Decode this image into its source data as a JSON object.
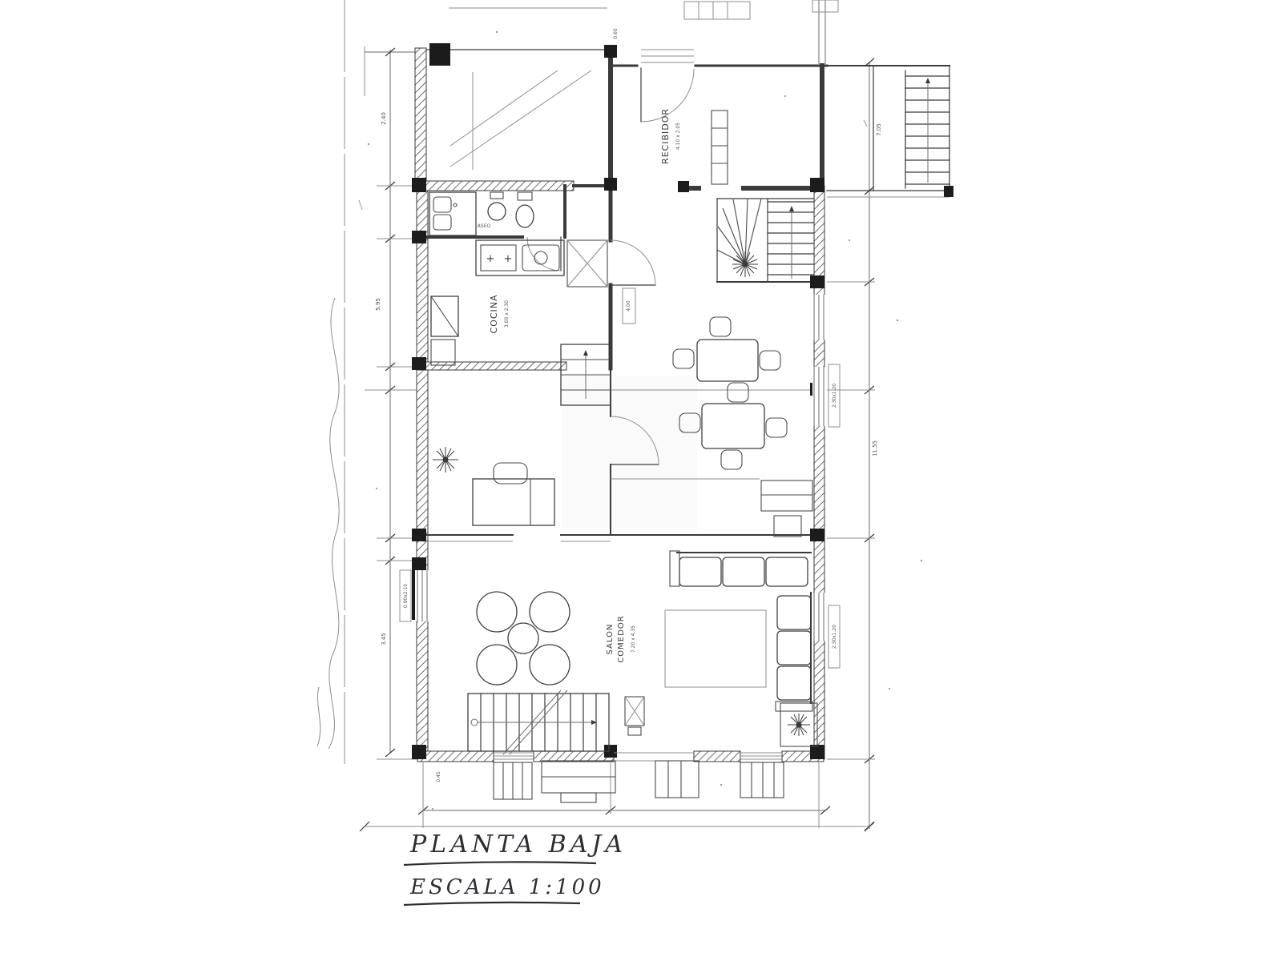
{
  "drawing": {
    "title": "PLANTA BAJA",
    "scale_label": "ESCALA 1:100",
    "ink_color": "#333333",
    "paper_color": "#ffffff"
  },
  "rooms": {
    "recibidor": {
      "label": "RECIBIDOR",
      "dims": "4.10 x 2.05"
    },
    "cocina": {
      "label": "COCINA",
      "dims": "3.60 x 2.30"
    },
    "salon": {
      "line1": "SALON",
      "line2": "COMEDOR",
      "dims": "7.20 x 4.35"
    },
    "aseo": {
      "label": "ASEO"
    }
  },
  "symbols": {
    "burner": "+"
  },
  "dimensions": {
    "left_top": "2.40",
    "left_mid": "5.95",
    "left_low": "3.45",
    "right_total": "11.55",
    "terrace": "7.05",
    "top_small": "0.60",
    "porch_step": "0.45",
    "window_upper": "2.30x1.20",
    "window_lower": "2.30x1.20",
    "door_left": "0.90x2.10",
    "hall": "4.00"
  }
}
